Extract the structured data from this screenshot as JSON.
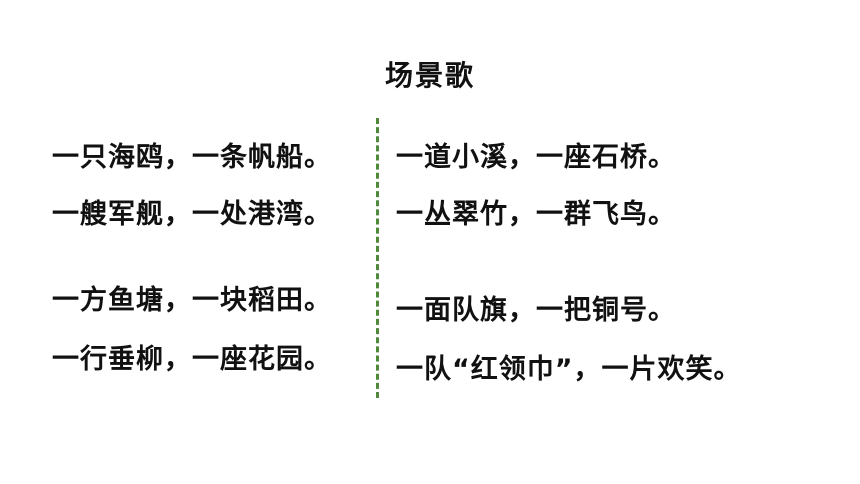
{
  "title": "场景歌",
  "left_column": [
    "一只海鸥，一条帆船。",
    "一艘军舰，一处港湾。",
    "一方鱼塘，一块稻田。",
    "一行垂柳，一座花园。"
  ],
  "right_column": [
    "一道小溪，一座石桥。",
    "一丛翠竹，一群飞鸟。",
    "一面队旗，一把铜号。",
    "一队“红领巾”，一片欢笑。"
  ],
  "colors": {
    "divider": "#4e8a3a",
    "text": "#111111"
  }
}
